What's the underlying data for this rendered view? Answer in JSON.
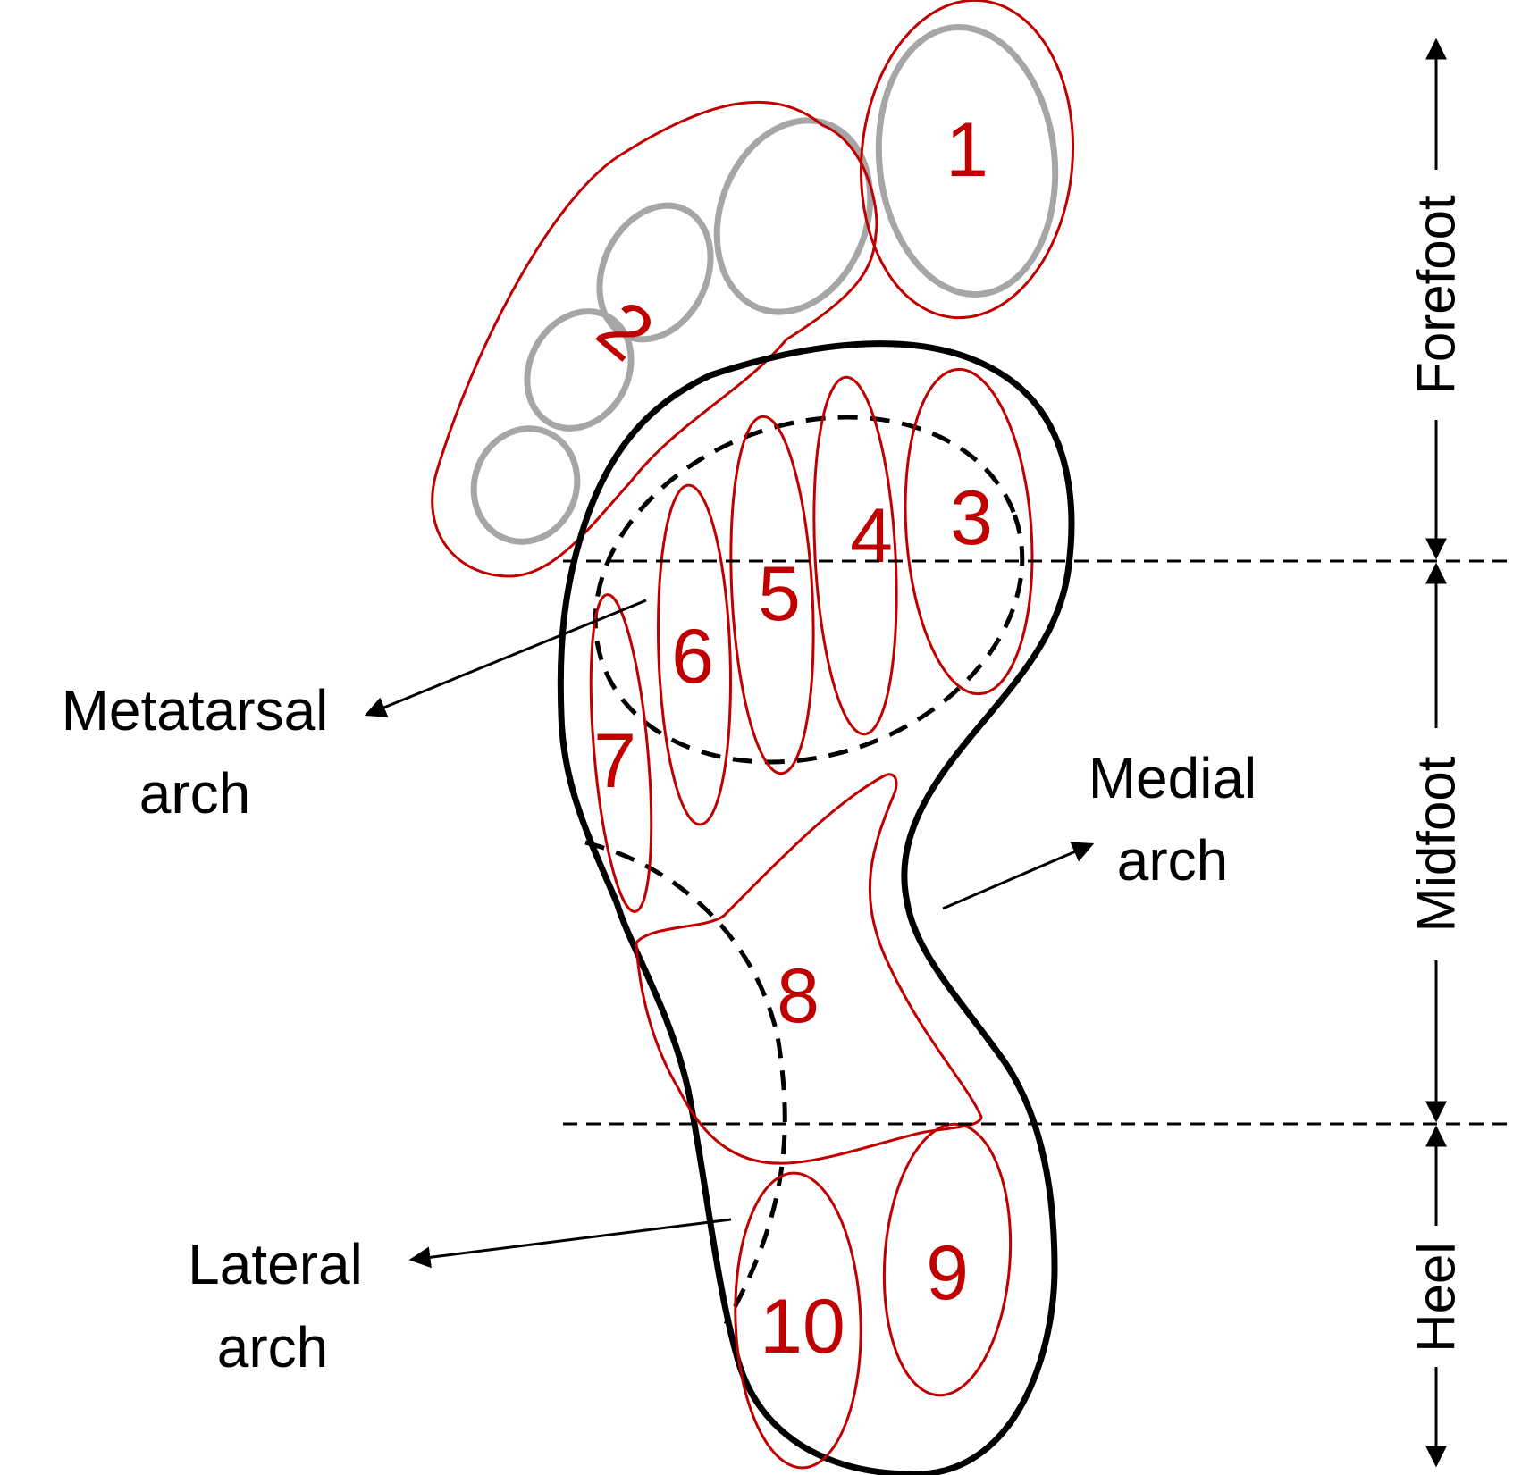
{
  "regions": {
    "r1": "1",
    "r2": "2",
    "r3": "3",
    "r4": "4",
    "r5": "5",
    "r6": "6",
    "r7": "7",
    "r8": "8",
    "r9": "9",
    "r10": "10"
  },
  "labels": {
    "metatarsal_line1": "Metatarsal",
    "metatarsal_line2": "arch",
    "medial_line1": "Medial",
    "medial_line2": "arch",
    "lateral_line1": "Lateral",
    "lateral_line2": "arch"
  },
  "sections": {
    "forefoot": "Forefoot",
    "midfoot": "Midfoot",
    "heel": "Heel"
  },
  "colors": {
    "region_outline": "#c00000",
    "toe_outline": "#a6a6a6",
    "foot_outline": "#000000"
  }
}
